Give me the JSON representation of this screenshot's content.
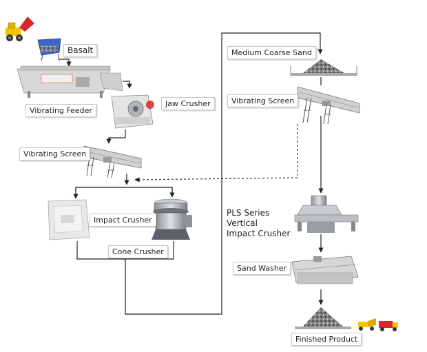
{
  "labels": {
    "basalt": "Basalt",
    "vibrating_feeder": "Vibrating Feeder",
    "jaw_crusher": "Jaw Crusher",
    "vibrating_screen_1": "Vibrating Screen",
    "impact_crusher": "Impact Crusher",
    "cone_crusher": "Cone Crusher",
    "medium_coarse_sand": "Medium Coarse Sand",
    "vibrating_screen_2": "Vibrating Screen",
    "pls_line1": "PLS Series Vertical",
    "pls_line2": "Impact Crusher",
    "sand_washer": "Sand Washer",
    "finished_product": "Finished Product"
  },
  "colors": {
    "connector": "#222222",
    "machine_gray": "#b9bcc0",
    "machine_dark": "#6d7178",
    "truck_yellow": "#f2c500",
    "truck_red": "#d8262a",
    "feeder_blue": "#3a66c8",
    "sand_dark": "#5a5a5a"
  }
}
